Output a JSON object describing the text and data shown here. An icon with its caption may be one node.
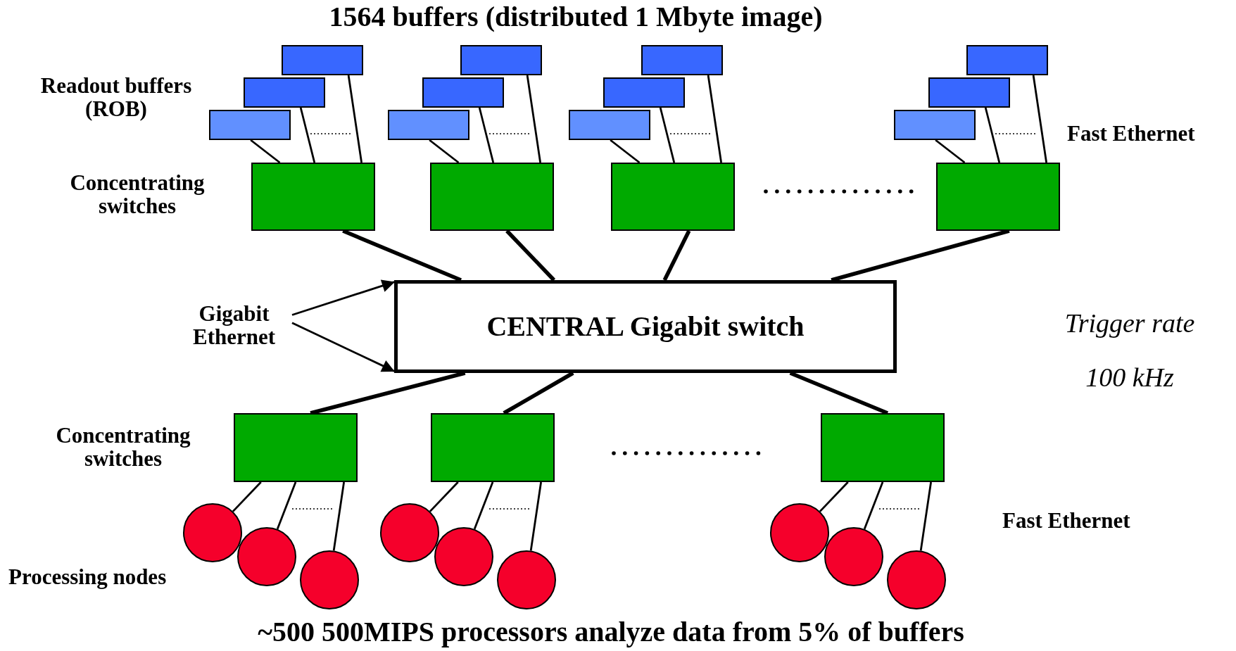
{
  "diagram": {
    "title": "1564 buffers (distributed 1 Mbyte image)",
    "caption": "~500 500MIPS processors analyze data from 5% of buffers",
    "nodes": [
      {
        "text": [],
        "shape": "box"
      },
      {
        "text": [],
        "shape": "box"
      },
      {
        "text": [],
        "shape": "box"
      },
      {
        "text": [],
        "shape": "box"
      },
      {
        "text": [],
        "shape": "box"
      },
      {
        "text": [],
        "shape": "box"
      },
      {
        "text": [],
        "shape": "box"
      },
      {
        "text": [],
        "shape": "box"
      },
      {
        "text": [],
        "shape": "box"
      },
      {
        "text": [],
        "shape": "box"
      },
      {
        "text": [],
        "shape": "box"
      },
      {
        "text": [],
        "shape": "box"
      },
      {
        "text": [],
        "shape": "box"
      },
      {
        "text": [],
        "shape": "box"
      },
      {
        "text": [],
        "shape": "box"
      },
      {
        "text": [],
        "shape": "box"
      },
      {
        "text": [
          "Gigabit Ethernet"
        ]
      },
      {
        "text": [
          "CENTRAL Gigabit switch"
        ]
      },
      {
        "text": [],
        "shape": "box"
      },
      {
        "text": [],
        "shape": "box"
      },
      {
        "text": [],
        "shape": "box"
      },
      {
        "text": [],
        "shape": "circle"
      },
      {
        "text": [],
        "shape": "circle"
      },
      {
        "text": [],
        "shape": "circle"
      },
      {
        "text": [],
        "shape": "circle"
      },
      {
        "text": [],
        "shape": "circle"
      },
      {
        "text": [],
        "shape": "circle"
      },
      {
        "text": [],
        "shape": "circle"
      },
      {
        "text": [],
        "shape": "circle"
      },
      {
        "text": [],
        "shape": "circle"
      }
    ],
    "edges": [
      {
        "from": 0,
        "to": 12,
        "arrow": "none"
      },
      {
        "from": 1,
        "to": 12,
        "arrow": "none"
      },
      {
        "from": 2,
        "to": 12,
        "arrow": "none"
      },
      {
        "from": 3,
        "to": 13,
        "arrow": "none"
      },
      {
        "from": 4,
        "to": 13,
        "arrow": "none"
      },
      {
        "from": 5,
        "to": 13,
        "arrow": "none"
      },
      {
        "from": 6,
        "to": 14,
        "arrow": "none"
      },
      {
        "from": 7,
        "to": 14,
        "arrow": "none"
      },
      {
        "from": 8,
        "to": 14,
        "arrow": "none"
      },
      {
        "from": 9,
        "to": 15,
        "arrow": "none"
      },
      {
        "from": 10,
        "to": 15,
        "arrow": "none"
      },
      {
        "from": 11,
        "to": 15,
        "arrow": "none"
      },
      {
        "from": 12,
        "to": 17,
        "arrow": "none",
        "style": "thick"
      },
      {
        "from": 13,
        "to": 17,
        "arrow": "none",
        "style": "thick"
      },
      {
        "from": 14,
        "to": 17,
        "arrow": "none",
        "style": "thick"
      },
      {
        "from": 15,
        "to": 17,
        "arrow": "none",
        "style": "thick"
      },
      {
        "from": 17,
        "to": 18,
        "arrow": "none",
        "style": "thick"
      },
      {
        "from": 17,
        "to": 19,
        "arrow": "none",
        "style": "thick"
      },
      {
        "from": 17,
        "to": 20,
        "arrow": "none",
        "style": "thick"
      },
      {
        "from": 18,
        "to": 21,
        "arrow": "none"
      },
      {
        "from": 18,
        "to": 22,
        "arrow": "none"
      },
      {
        "from": 18,
        "to": 23,
        "arrow": "none"
      },
      {
        "from": 19,
        "to": 24,
        "arrow": "none"
      },
      {
        "from": 19,
        "to": 25,
        "arrow": "none"
      },
      {
        "from": 19,
        "to": 26,
        "arrow": "none"
      },
      {
        "from": 20,
        "to": 27,
        "arrow": "none"
      },
      {
        "from": 20,
        "to": 28,
        "arrow": "none"
      },
      {
        "from": 20,
        "to": 29,
        "arrow": "none"
      },
      {
        "from": 16,
        "to": 17,
        "arrow": "to"
      },
      {
        "from": 16,
        "to": 17,
        "arrow": "to"
      }
    ],
    "labels": [
      "Readout buffers (ROB)",
      "Fast Ethernet",
      "Concentrating switches",
      "Trigger rate",
      "100 kHz",
      "Concentrating switches",
      "Fast Ethernet",
      "Processing nodes"
    ]
  }
}
